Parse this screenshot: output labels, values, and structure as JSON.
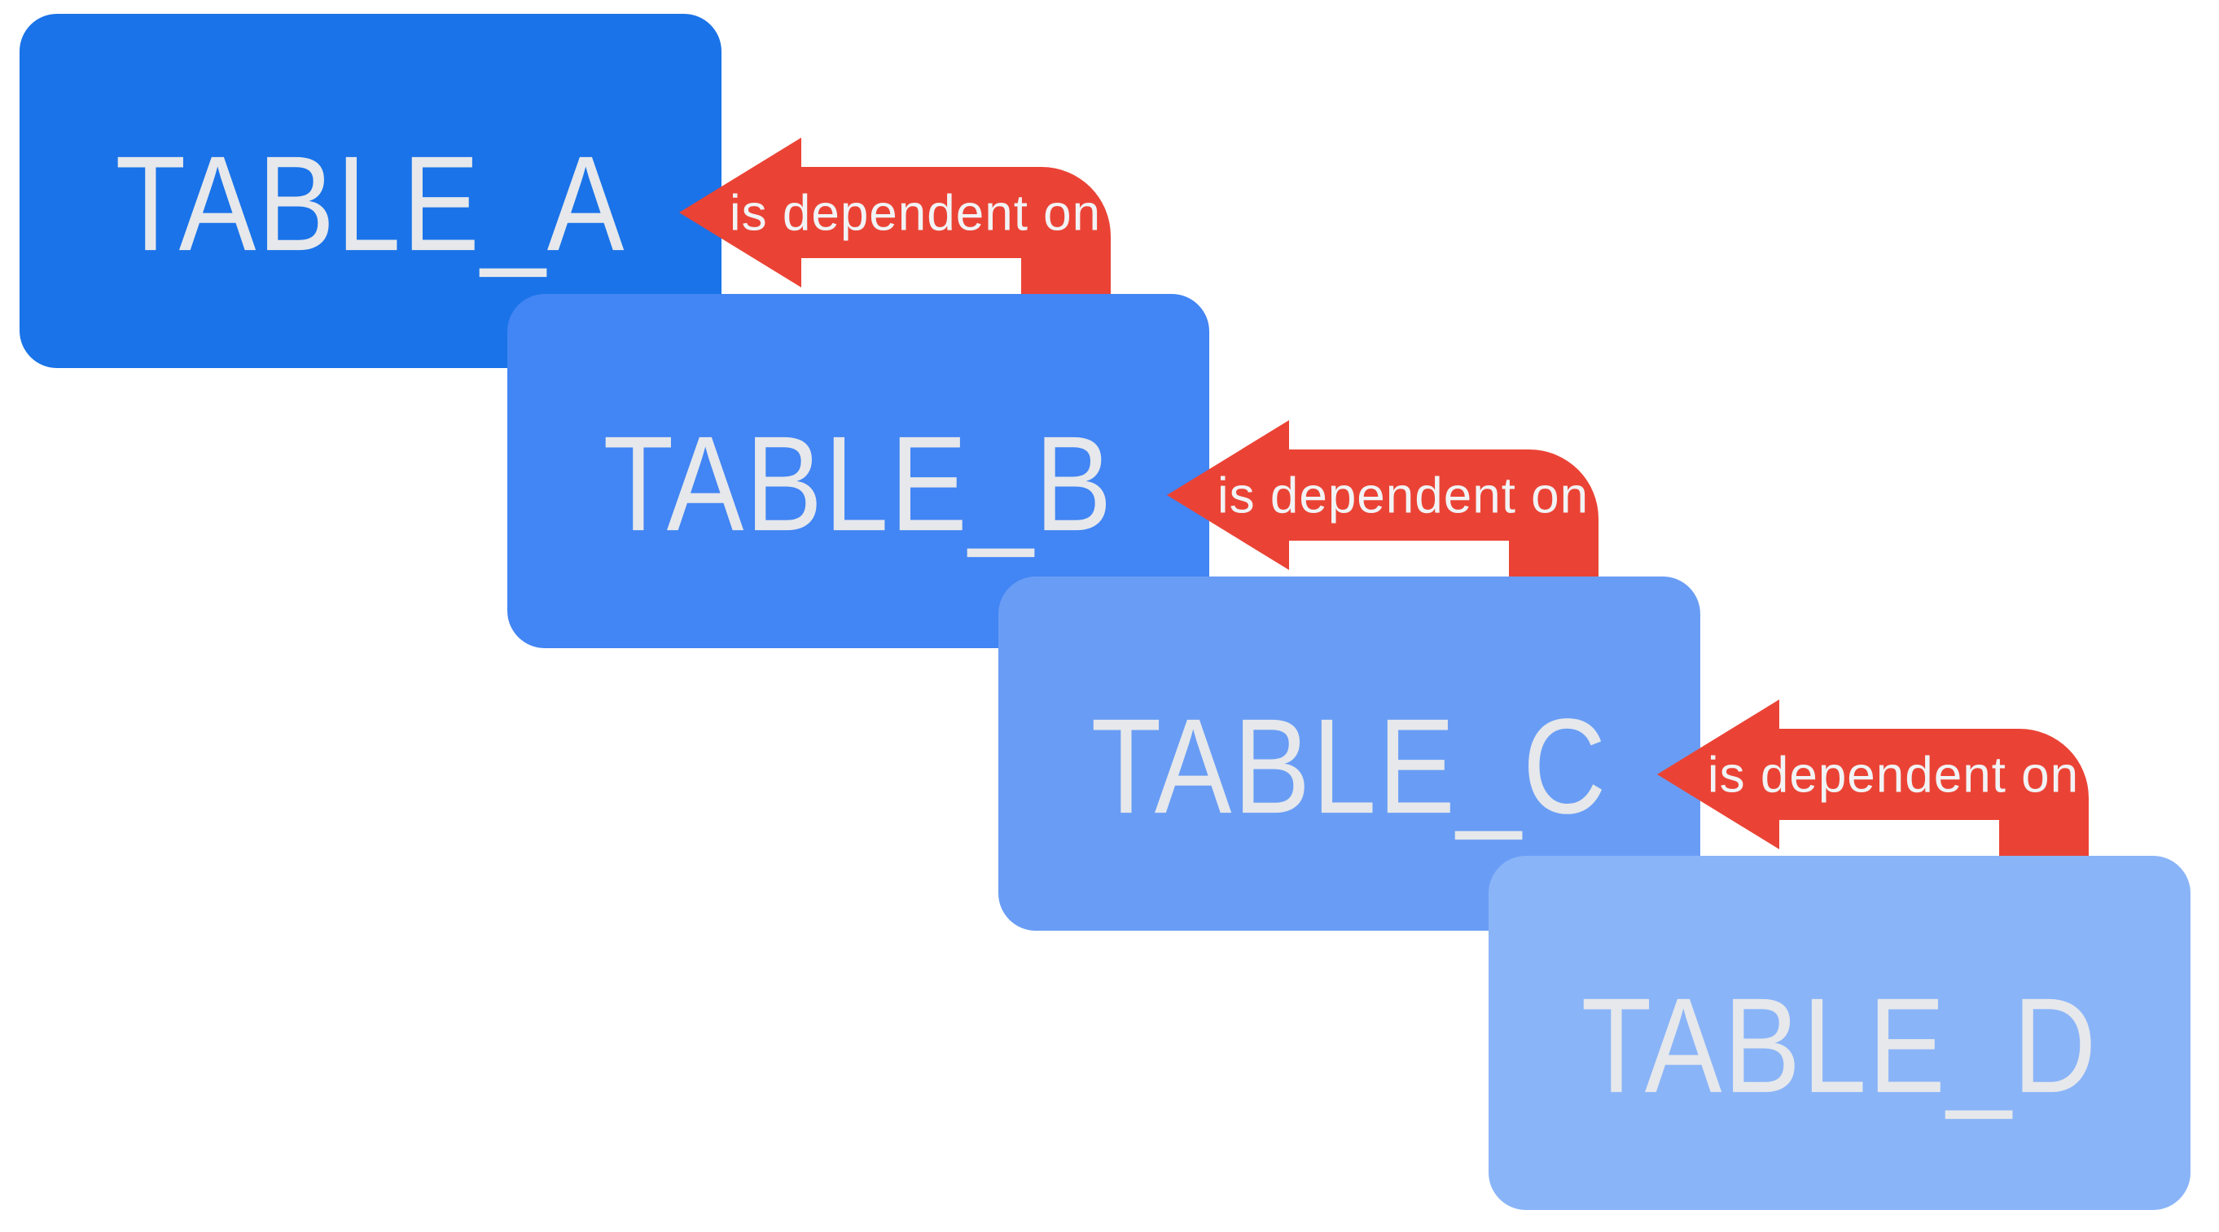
{
  "diagram": {
    "type": "dependency-cascade",
    "tables": [
      {
        "label": "TABLE_A",
        "color": "#1A73E8"
      },
      {
        "label": "TABLE_B",
        "color": "#4285F4"
      },
      {
        "label": "TABLE_C",
        "color": "#699DF5"
      },
      {
        "label": "TABLE_D",
        "color": "#8AB4F8"
      }
    ],
    "relations": [
      {
        "label": "is dependent on",
        "from": "TABLE_B",
        "to": "TABLE_A"
      },
      {
        "label": "is dependent on",
        "from": "TABLE_C",
        "to": "TABLE_B"
      },
      {
        "label": "is dependent on",
        "from": "TABLE_D",
        "to": "TABLE_C"
      }
    ],
    "colors": {
      "background": "#FFFFFF",
      "arrow_fill": "#EA4335",
      "table_label_text": "#E6E8EB",
      "arrow_label_text": "#F2F3F5"
    }
  }
}
